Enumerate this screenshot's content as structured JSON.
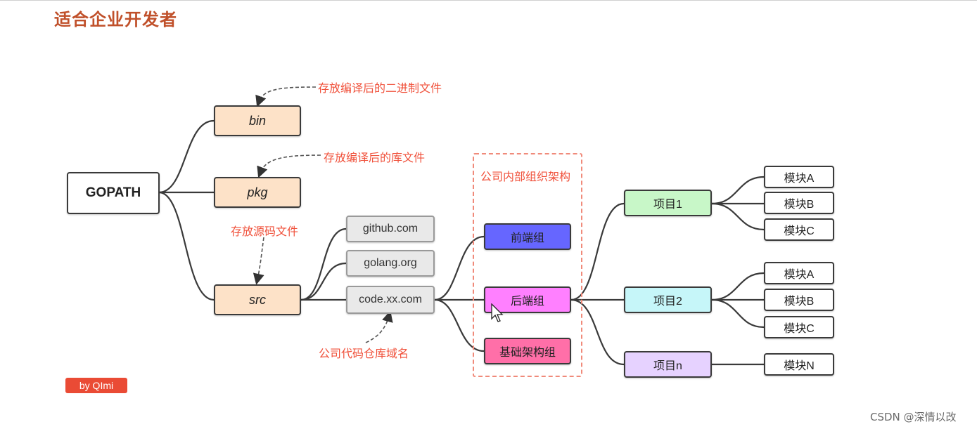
{
  "title": "适合企业开发者",
  "root": "GOPATH",
  "gopath_children": {
    "bin": "bin",
    "pkg": "pkg",
    "src": "src"
  },
  "notes": {
    "bin": "存放编译后的二进制文件",
    "pkg": "存放编译后的库文件",
    "src": "存放源码文件",
    "domain": "公司代码仓库域名",
    "org": "公司内部组织架构"
  },
  "domains": [
    "github.com",
    "golang.org",
    "code.xx.com"
  ],
  "teams": [
    "前端组",
    "后端组",
    "基础架构组"
  ],
  "projects": [
    "项目1",
    "项目2",
    "项目n"
  ],
  "modules": {
    "project1": [
      "模块A",
      "模块B",
      "模块C"
    ],
    "project2": [
      "模块A",
      "模块B",
      "模块C"
    ],
    "projectn": [
      "模块N"
    ]
  },
  "badge": "by QImi",
  "watermark": "CSDN @深情以改"
}
